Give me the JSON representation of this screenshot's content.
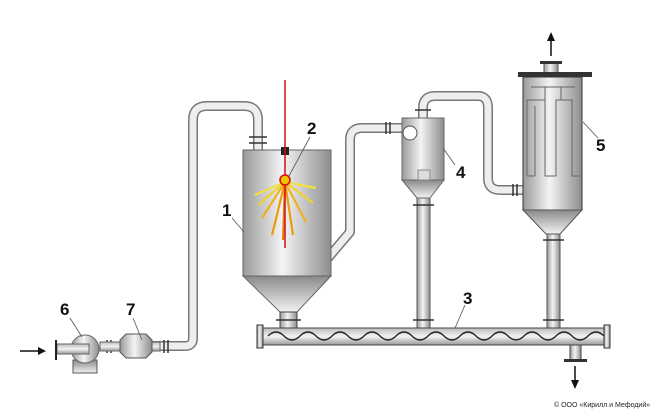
{
  "title": "Схема установки",
  "labels": {
    "l1": "1",
    "l2": "2",
    "l3": "3",
    "l4": "4",
    "l5": "5",
    "l6": "6",
    "l7": "7"
  },
  "copyright": "© ООО «Кирилл и Мефодий»",
  "colors": {
    "laser": "#d01010",
    "spark": "#f5c400",
    "metal_dark": "#8a8a8a",
    "metal_light": "#f0f0f0"
  },
  "icons": [
    "arrow-right-icon",
    "arrow-up-icon",
    "arrow-down-icon"
  ]
}
